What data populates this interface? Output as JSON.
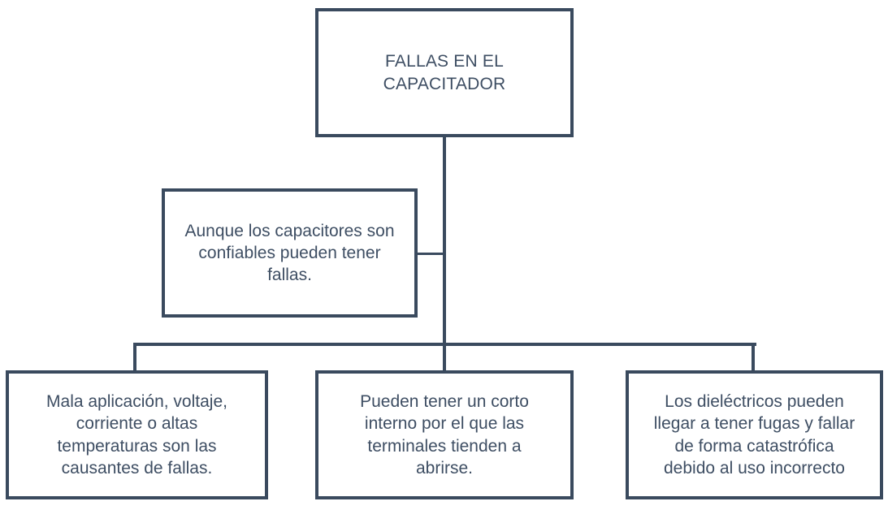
{
  "diagram": {
    "title": "FALLAS EN EL CAPACITADOR",
    "line_color": "#3a4a5e",
    "text_color": "#3e4e63",
    "background_color": "#ffffff",
    "nodes": {
      "root": {
        "label": "FALLAS EN EL\nCAPACITADOR"
      },
      "intro": {
        "label": "Aunque los capacitores son\nconfiables pueden tener\nfallas."
      },
      "cause_1": {
        "label": "Mala aplicación, voltaje,\ncorriente o altas\ntemperaturas son las\ncausantes de fallas."
      },
      "cause_2": {
        "label": "Pueden tener un corto\ninterno por el que las\nterminales tienden a\nabrirse."
      },
      "cause_3": {
        "label": "Los dieléctricos pueden\nllegar a tener fugas y fallar\nde forma catastrófica\ndebido al uso incorrecto"
      }
    }
  }
}
